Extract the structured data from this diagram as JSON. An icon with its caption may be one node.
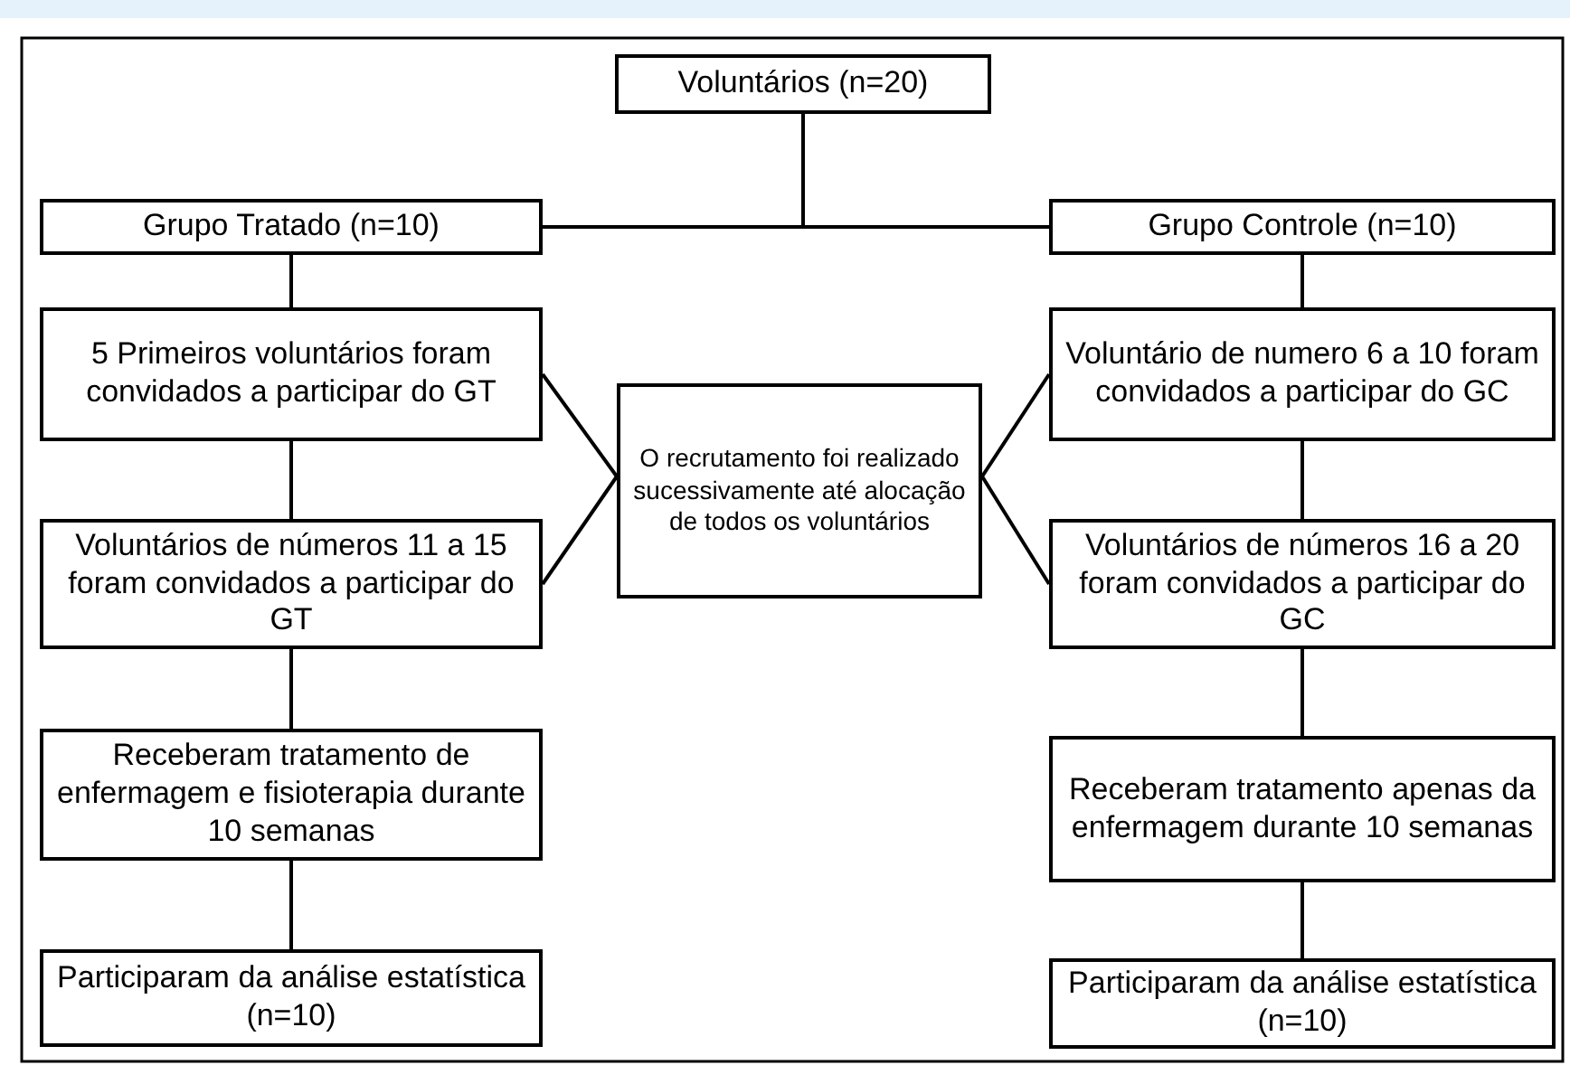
{
  "diagram": {
    "nodes": [
      {
        "text": [
          "Voluntários (n=20)"
        ]
      },
      {
        "text": [
          "Grupo Tratado (n=10)"
        ]
      },
      {
        "text": [
          "Grupo Controle (n=10)"
        ]
      },
      {
        "text": [
          "5 Primeiros voluntários foram convidados a participar do GT"
        ]
      },
      {
        "text": [
          "O recrutamento foi realizado sucessivamente até alocação de todos os voluntários"
        ]
      },
      {
        "text": [
          "Voluntário de numero 6 a 10 foram convidados a participar do GC"
        ]
      },
      {
        "text": [
          "Voluntários de números 11 a 15 foram convidados a participar do GT"
        ]
      },
      {
        "text": [
          "Voluntários de números 16 a 20 foram convidados a participar do GC"
        ]
      },
      {
        "text": [
          "Receberam tratamento de enfermagem e fisioterapia durante 10 semanas"
        ]
      },
      {
        "text": [
          "Receberam tratamento apenas da enfermagem durante 10 semanas"
        ]
      },
      {
        "text": [
          "Participaram da análise estatística (n=10)"
        ]
      },
      {
        "text": [
          "Participaram da análise estatística (n=10)"
        ]
      }
    ],
    "edges": [
      {
        "from": 0,
        "to": 1,
        "arrow": "none"
      },
      {
        "from": 0,
        "to": 2,
        "arrow": "none"
      },
      {
        "from": 1,
        "to": 3,
        "arrow": "none"
      },
      {
        "from": 3,
        "to": 6,
        "arrow": "none"
      },
      {
        "from": 6,
        "to": 8,
        "arrow": "none"
      },
      {
        "from": 8,
        "to": 10,
        "arrow": "none"
      },
      {
        "from": 2,
        "to": 5,
        "arrow": "none"
      },
      {
        "from": 5,
        "to": 7,
        "arrow": "none"
      },
      {
        "from": 7,
        "to": 9,
        "arrow": "none"
      },
      {
        "from": 9,
        "to": 11,
        "arrow": "none"
      },
      {
        "from": 4,
        "to": 3,
        "arrow": "none"
      },
      {
        "from": 4,
        "to": 6,
        "arrow": "none"
      },
      {
        "from": 4,
        "to": 5,
        "arrow": "none"
      },
      {
        "from": 4,
        "to": 7,
        "arrow": "none"
      }
    ]
  }
}
